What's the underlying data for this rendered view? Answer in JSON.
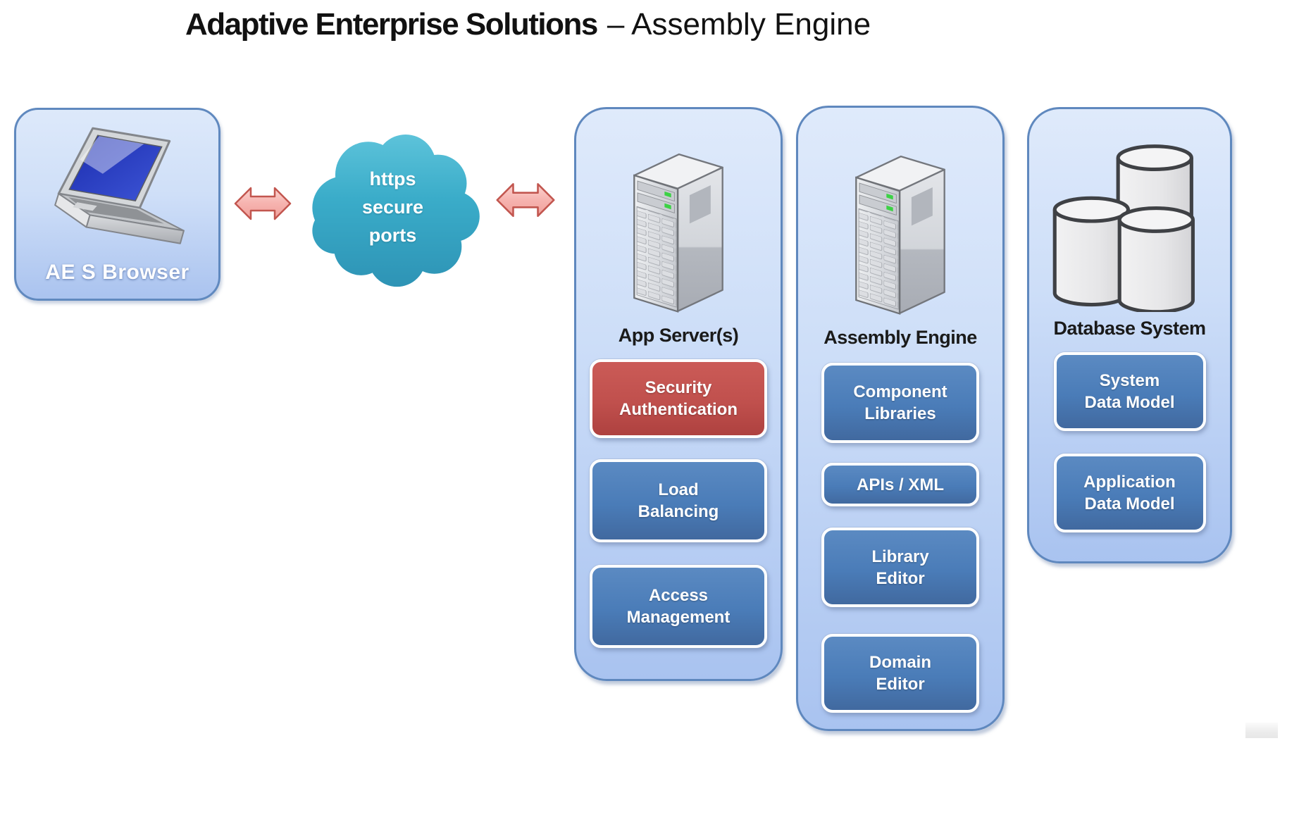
{
  "title": {
    "main": "Adaptive Enterprise Solutions",
    "suffix": "– Assembly Engine"
  },
  "client": {
    "label": "AE S Browser",
    "icon": "laptop-icon"
  },
  "cloud": {
    "lines": [
      "https",
      "secure",
      "ports"
    ],
    "icon": "cloud-icon"
  },
  "arrows": {
    "left": "double-headed-arrow",
    "right": "double-headed-arrow"
  },
  "panels": [
    {
      "id": "app-server",
      "heading": "App Server(s)",
      "icon": "server-tower-icon",
      "boxes": [
        {
          "label": [
            "Security",
            "Authentication"
          ],
          "color": "red"
        },
        {
          "label": [
            "Load",
            "Balancing"
          ],
          "color": "blue"
        },
        {
          "label": [
            "Access",
            "Management"
          ],
          "color": "blue"
        }
      ]
    },
    {
      "id": "assembly-engine",
      "heading": "Assembly Engine",
      "icon": "server-tower-icon",
      "boxes": [
        {
          "label": [
            "Component",
            "Libraries"
          ],
          "color": "blue"
        },
        {
          "label": [
            "APIs / XML"
          ],
          "color": "blue"
        },
        {
          "label": [
            "Library",
            "Editor"
          ],
          "color": "blue"
        },
        {
          "label": [
            "Domain",
            "Editor"
          ],
          "color": "blue"
        }
      ]
    },
    {
      "id": "database-system",
      "heading": "Database System",
      "icon": "database-cylinders-icon",
      "boxes": [
        {
          "label": [
            "System",
            "Data Model"
          ],
          "color": "blue"
        },
        {
          "label": [
            "Application",
            "Data Model"
          ],
          "color": "blue"
        }
      ]
    }
  ],
  "colors": {
    "panel_border": "#5F88BE",
    "panel_fill_top": "#DFEAFB",
    "panel_fill_bottom": "#A9C3F0",
    "node_blue": "#4A7CB8",
    "node_red": "#C0504D",
    "cloud_teal": "#3AACC9",
    "arrow_fill": "#F5AFAC",
    "arrow_border": "#C2564F"
  }
}
